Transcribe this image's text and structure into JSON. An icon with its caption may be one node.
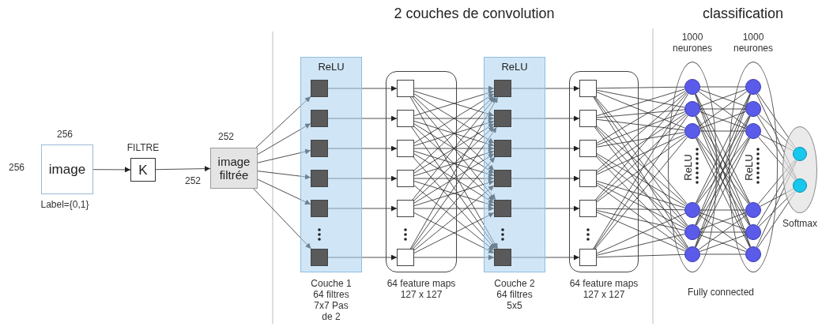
{
  "diagram": {
    "nodes": [
      {
        "text": [
          "image"
        ],
        "beside": [
          "256",
          "256",
          "Label={0,1}"
        ]
      },
      {
        "text": [
          "K"
        ],
        "beside": [
          "FILTRE"
        ]
      },
      {
        "text": [
          "image filtrée"
        ],
        "beside": [
          "252",
          "252"
        ]
      },
      {
        "text": [
          "ReLU"
        ],
        "beside": [
          "Couche 1 64 filtres 7x7 Pas de 2"
        ]
      },
      {
        "text": [],
        "shape": "box",
        "in": 3
      },
      {
        "text": [],
        "shape": "box",
        "in": 3
      },
      {
        "text": [],
        "shape": "box",
        "in": 3
      },
      {
        "text": [],
        "shape": "box",
        "in": 3
      },
      {
        "text": [],
        "shape": "box",
        "in": 3
      },
      {
        "text": [],
        "shape": "box",
        "in": 3
      },
      {
        "text": [],
        "shape": "box",
        "beside": [
          "64 feature maps 127 x 127"
        ]
      },
      {
        "text": [],
        "shape": "box",
        "in": 10
      },
      {
        "text": [],
        "shape": "box",
        "in": 10
      },
      {
        "text": [],
        "shape": "box",
        "in": 10
      },
      {
        "text": [],
        "shape": "box",
        "in": 10
      },
      {
        "text": [],
        "shape": "box",
        "in": 10
      },
      {
        "text": [],
        "shape": "box",
        "in": 10
      },
      {
        "text": [
          "ReLU"
        ],
        "beside": [
          "Couche 2 64 filtres 5x5"
        ]
      },
      {
        "text": [],
        "shape": "box",
        "in": 17
      },
      {
        "text": [],
        "shape": "box",
        "in": 17
      },
      {
        "text": [],
        "shape": "box",
        "in": 17
      },
      {
        "text": [],
        "shape": "box",
        "in": 17
      },
      {
        "text": [],
        "shape": "box",
        "in": 17
      },
      {
        "text": [],
        "shape": "box",
        "in": 17
      },
      {
        "text": [],
        "shape": "box",
        "beside": [
          "64 feature maps 127 x 127"
        ]
      },
      {
        "text": [],
        "shape": "box",
        "in": 24
      },
      {
        "text": [],
        "shape": "box",
        "in": 24
      },
      {
        "text": [],
        "shape": "box",
        "in": 24
      },
      {
        "text": [],
        "shape": "box",
        "in": 24
      },
      {
        "text": [],
        "shape": "box",
        "in": 24
      },
      {
        "text": [],
        "shape": "box",
        "in": 24
      },
      {
        "text": [
          "ReLU"
        ],
        "beside": [
          "1000 neurones"
        ]
      },
      {
        "text": [],
        "shape": "circle",
        "in": 31
      },
      {
        "text": [],
        "shape": "circle",
        "in": 31
      },
      {
        "text": [],
        "shape": "circle",
        "in": 31
      },
      {
        "text": [],
        "shape": "circle",
        "in": 31
      },
      {
        "text": [],
        "shape": "circle",
        "in": 31
      },
      {
        "text": [],
        "shape": "circle",
        "in": 31
      },
      {
        "text": [
          "ReLU"
        ],
        "beside": [
          "1000 neurones"
        ]
      },
      {
        "text": [],
        "shape": "circle",
        "in": 38
      },
      {
        "text": [],
        "shape": "circle",
        "in": 38
      },
      {
        "text": [],
        "shape": "circle",
        "in": 38
      },
      {
        "text": [],
        "shape": "circle",
        "in": 38
      },
      {
        "text": [],
        "shape": "circle",
        "in": 38
      },
      {
        "text": [],
        "shape": "circle",
        "in": 38
      },
      {
        "text": [],
        "shape": "ellipse",
        "beside": [
          "Softmax"
        ]
      },
      {
        "text": [],
        "shape": "circle",
        "in": 45
      },
      {
        "text": [],
        "shape": "circle",
        "in": 45
      }
    ],
    "edges": [
      {
        "from": 0,
        "to": 1,
        "arrow": "to"
      },
      {
        "from": 1,
        "to": 2,
        "arrow": "to"
      },
      {
        "from": 2,
        "to": 4,
        "arrow": "to"
      },
      {
        "from": 2,
        "to": 5,
        "arrow": "to"
      },
      {
        "from": 2,
        "to": 6,
        "arrow": "to"
      },
      {
        "from": 2,
        "to": 7,
        "arrow": "to"
      },
      {
        "from": 2,
        "to": 8,
        "arrow": "to"
      },
      {
        "from": 2,
        "to": 9,
        "arrow": "to"
      },
      {
        "from": 4,
        "to": 11,
        "arrow": "to"
      },
      {
        "from": 5,
        "to": 12,
        "arrow": "to"
      },
      {
        "from": 6,
        "to": 13,
        "arrow": "to"
      },
      {
        "from": 7,
        "to": 14,
        "arrow": "to"
      },
      {
        "from": 8,
        "to": 15,
        "arrow": "to"
      },
      {
        "from": 9,
        "to": 16,
        "arrow": "to"
      },
      {
        "from": 11,
        "to": 18,
        "arrow": "to"
      },
      {
        "from": 11,
        "to": 19,
        "arrow": "to"
      },
      {
        "from": 11,
        "to": 20,
        "arrow": "to"
      },
      {
        "from": 11,
        "to": 21,
        "arrow": "to"
      },
      {
        "from": 11,
        "to": 22,
        "arrow": "to"
      },
      {
        "from": 11,
        "to": 23,
        "arrow": "to"
      },
      {
        "from": 12,
        "to": 18,
        "arrow": "to"
      },
      {
        "from": 12,
        "to": 19,
        "arrow": "to"
      },
      {
        "from": 12,
        "to": 20,
        "arrow": "to"
      },
      {
        "from": 12,
        "to": 21,
        "arrow": "to"
      },
      {
        "from": 12,
        "to": 22,
        "arrow": "to"
      },
      {
        "from": 12,
        "to": 23,
        "arrow": "to"
      },
      {
        "from": 13,
        "to": 18,
        "arrow": "to"
      },
      {
        "from": 13,
        "to": 19,
        "arrow": "to"
      },
      {
        "from": 13,
        "to": 20,
        "arrow": "to"
      },
      {
        "from": 13,
        "to": 21,
        "arrow": "to"
      },
      {
        "from": 13,
        "to": 22,
        "arrow": "to"
      },
      {
        "from": 13,
        "to": 23,
        "arrow": "to"
      },
      {
        "from": 14,
        "to": 18,
        "arrow": "to"
      },
      {
        "from": 14,
        "to": 19,
        "arrow": "to"
      },
      {
        "from": 14,
        "to": 20,
        "arrow": "to"
      },
      {
        "from": 14,
        "to": 21,
        "arrow": "to"
      },
      {
        "from": 14,
        "to": 22,
        "arrow": "to"
      },
      {
        "from": 14,
        "to": 23,
        "arrow": "to"
      },
      {
        "from": 15,
        "to": 18,
        "arrow": "to"
      },
      {
        "from": 15,
        "to": 19,
        "arrow": "to"
      },
      {
        "from": 15,
        "to": 20,
        "arrow": "to"
      },
      {
        "from": 15,
        "to": 21,
        "arrow": "to"
      },
      {
        "from": 15,
        "to": 22,
        "arrow": "to"
      },
      {
        "from": 15,
        "to": 23,
        "arrow": "to"
      },
      {
        "from": 16,
        "to": 18,
        "arrow": "to"
      },
      {
        "from": 16,
        "to": 19,
        "arrow": "to"
      },
      {
        "from": 16,
        "to": 20,
        "arrow": "to"
      },
      {
        "from": 16,
        "to": 21,
        "arrow": "to"
      },
      {
        "from": 16,
        "to": 22,
        "arrow": "to"
      },
      {
        "from": 16,
        "to": 23,
        "arrow": "to"
      },
      {
        "from": 18,
        "to": 25,
        "arrow": "to"
      },
      {
        "from": 19,
        "to": 26,
        "arrow": "to"
      },
      {
        "from": 20,
        "to": 27,
        "arrow": "to"
      },
      {
        "from": 21,
        "to": 28,
        "arrow": "to"
      },
      {
        "from": 22,
        "to": 29,
        "arrow": "to"
      },
      {
        "from": 23,
        "to": 30,
        "arrow": "to"
      },
      {
        "from": 25,
        "to": 32,
        "arrow": "none"
      },
      {
        "from": 25,
        "to": 33,
        "arrow": "none"
      },
      {
        "from": 25,
        "to": 34,
        "arrow": "none"
      },
      {
        "from": 25,
        "to": 35,
        "arrow": "none"
      },
      {
        "from": 25,
        "to": 36,
        "arrow": "none"
      },
      {
        "from": 25,
        "to": 37,
        "arrow": "none"
      },
      {
        "from": 26,
        "to": 32,
        "arrow": "none"
      },
      {
        "from": 26,
        "to": 33,
        "arrow": "none"
      },
      {
        "from": 26,
        "to": 34,
        "arrow": "none"
      },
      {
        "from": 26,
        "to": 35,
        "arrow": "none"
      },
      {
        "from": 26,
        "to": 36,
        "arrow": "none"
      },
      {
        "from": 26,
        "to": 37,
        "arrow": "none"
      },
      {
        "from": 27,
        "to": 32,
        "arrow": "none"
      },
      {
        "from": 27,
        "to": 33,
        "arrow": "none"
      },
      {
        "from": 27,
        "to": 34,
        "arrow": "none"
      },
      {
        "from": 27,
        "to": 35,
        "arrow": "none"
      },
      {
        "from": 27,
        "to": 36,
        "arrow": "none"
      },
      {
        "from": 27,
        "to": 37,
        "arrow": "none"
      },
      {
        "from": 28,
        "to": 32,
        "arrow": "none"
      },
      {
        "from": 28,
        "to": 33,
        "arrow": "none"
      },
      {
        "from": 28,
        "to": 34,
        "arrow": "none"
      },
      {
        "from": 28,
        "to": 35,
        "arrow": "none"
      },
      {
        "from": 28,
        "to": 36,
        "arrow": "none"
      },
      {
        "from": 28,
        "to": 37,
        "arrow": "none"
      },
      {
        "from": 29,
        "to": 32,
        "arrow": "none"
      },
      {
        "from": 29,
        "to": 33,
        "arrow": "none"
      },
      {
        "from": 29,
        "to": 34,
        "arrow": "none"
      },
      {
        "from": 29,
        "to": 35,
        "arrow": "none"
      },
      {
        "from": 29,
        "to": 36,
        "arrow": "none"
      },
      {
        "from": 29,
        "to": 37,
        "arrow": "none"
      },
      {
        "from": 30,
        "to": 32,
        "arrow": "none"
      },
      {
        "from": 30,
        "to": 33,
        "arrow": "none"
      },
      {
        "from": 30,
        "to": 34,
        "arrow": "none"
      },
      {
        "from": 30,
        "to": 35,
        "arrow": "none"
      },
      {
        "from": 30,
        "to": 36,
        "arrow": "none"
      },
      {
        "from": 30,
        "to": 37,
        "arrow": "none"
      },
      {
        "from": 32,
        "to": 39,
        "arrow": "none"
      },
      {
        "from": 32,
        "to": 40,
        "arrow": "none"
      },
      {
        "from": 32,
        "to": 41,
        "arrow": "none"
      },
      {
        "from": 32,
        "to": 42,
        "arrow": "none"
      },
      {
        "from": 32,
        "to": 43,
        "arrow": "none"
      },
      {
        "from": 32,
        "to": 44,
        "arrow": "none"
      },
      {
        "from": 33,
        "to": 39,
        "arrow": "none"
      },
      {
        "from": 33,
        "to": 40,
        "arrow": "none"
      },
      {
        "from": 33,
        "to": 41,
        "arrow": "none"
      },
      {
        "from": 33,
        "to": 42,
        "arrow": "none"
      },
      {
        "from": 33,
        "to": 43,
        "arrow": "none"
      },
      {
        "from": 33,
        "to": 44,
        "arrow": "none"
      },
      {
        "from": 34,
        "to": 39,
        "arrow": "none"
      },
      {
        "from": 34,
        "to": 40,
        "arrow": "none"
      },
      {
        "from": 34,
        "to": 41,
        "arrow": "none"
      },
      {
        "from": 34,
        "to": 42,
        "arrow": "none"
      },
      {
        "from": 34,
        "to": 43,
        "arrow": "none"
      },
      {
        "from": 34,
        "to": 44,
        "arrow": "none"
      },
      {
        "from": 35,
        "to": 39,
        "arrow": "none"
      },
      {
        "from": 35,
        "to": 40,
        "arrow": "none"
      },
      {
        "from": 35,
        "to": 41,
        "arrow": "none"
      },
      {
        "from": 35,
        "to": 42,
        "arrow": "none"
      },
      {
        "from": 35,
        "to": 43,
        "arrow": "none"
      },
      {
        "from": 35,
        "to": 44,
        "arrow": "none"
      },
      {
        "from": 36,
        "to": 39,
        "arrow": "none"
      },
      {
        "from": 36,
        "to": 40,
        "arrow": "none"
      },
      {
        "from": 36,
        "to": 41,
        "arrow": "none"
      },
      {
        "from": 36,
        "to": 42,
        "arrow": "none"
      },
      {
        "from": 36,
        "to": 43,
        "arrow": "none"
      },
      {
        "from": 36,
        "to": 44,
        "arrow": "none"
      },
      {
        "from": 37,
        "to": 39,
        "arrow": "none"
      },
      {
        "from": 37,
        "to": 40,
        "arrow": "none"
      },
      {
        "from": 37,
        "to": 41,
        "arrow": "none"
      },
      {
        "from": 37,
        "to": 42,
        "arrow": "none"
      },
      {
        "from": 37,
        "to": 43,
        "arrow": "none"
      },
      {
        "from": 37,
        "to": 44,
        "arrow": "none"
      },
      {
        "from": 39,
        "to": 46,
        "arrow": "none"
      },
      {
        "from": 39,
        "to": 47,
        "arrow": "none"
      },
      {
        "from": 40,
        "to": 46,
        "arrow": "none"
      },
      {
        "from": 40,
        "to": 47,
        "arrow": "none"
      },
      {
        "from": 41,
        "to": 46,
        "arrow": "none"
      },
      {
        "from": 41,
        "to": 47,
        "arrow": "none"
      },
      {
        "from": 42,
        "to": 46,
        "arrow": "none"
      },
      {
        "from": 42,
        "to": 47,
        "arrow": "none"
      },
      {
        "from": 43,
        "to": 46,
        "arrow": "none"
      },
      {
        "from": 43,
        "to": 47,
        "arrow": "none"
      },
      {
        "from": 44,
        "to": 46,
        "arrow": "none"
      },
      {
        "from": 44,
        "to": 47,
        "arrow": "none"
      }
    ],
    "labels": [
      "2 couches de convolution",
      "classification",
      "Fully connected"
    ]
  }
}
